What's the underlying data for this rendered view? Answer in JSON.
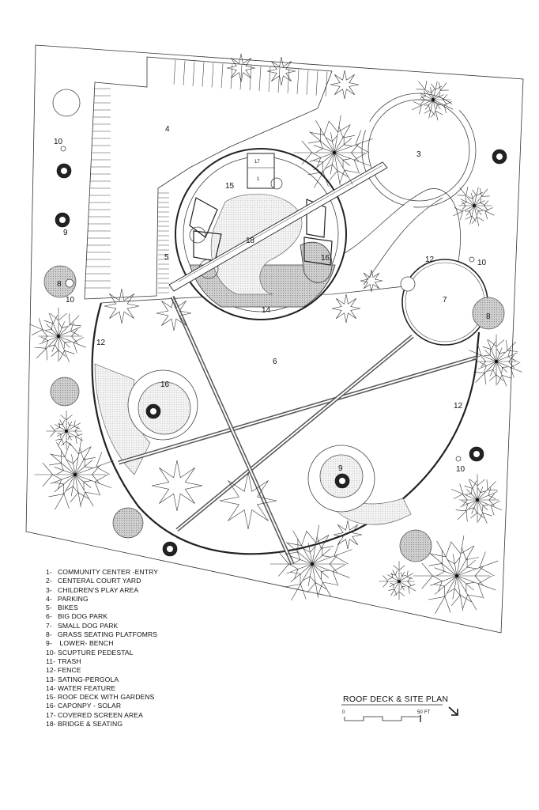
{
  "plan_title": "ROOF DECK & SITE PLAN",
  "scale": {
    "zero": "0",
    "max": "50",
    "unit": "FT"
  },
  "area_labels": {
    "a4": "4",
    "a3": "3",
    "a17": "17",
    "a1": "1",
    "a15": "15",
    "a18": "18",
    "a16_deck": "16",
    "a5": "5",
    "a14": "14",
    "a12_top": "12",
    "a10_right": "10",
    "a7": "7",
    "a8_right": "8",
    "a6": "6",
    "a12_left": "12",
    "a16_park": "16",
    "a12_right": "12",
    "a9_bench": "9",
    "a10_lower_right": "10",
    "a10_top_left": "10",
    "a9_left": "9",
    "a8_left": "8",
    "a10_left": "10"
  },
  "legend": [
    {
      "num": "1-",
      "label": "COMMUNITY CENTER -ENTRY"
    },
    {
      "num": "2-",
      "label": "CENTERAL COURT YARD"
    },
    {
      "num": "3-",
      "label": "CHILDREN'S PLAY AREA"
    },
    {
      "num": "4-",
      "label": "PARKING"
    },
    {
      "num": "5-",
      "label": "BIKES"
    },
    {
      "num": "6-",
      "label": "BIG DOG PARK"
    },
    {
      "num": "7-",
      "label": "SMALL DOG PARK"
    },
    {
      "num": "8-",
      "label": "GRASS SEATING PLATFOMRS"
    },
    {
      "num": "9-",
      "label": " LOWER- BENCH"
    },
    {
      "num": "10-",
      "label": "SCUPTURE PEDESTAL"
    },
    {
      "num": "11-",
      "label": "TRASH"
    },
    {
      "num": "12-",
      "label": "FENCE"
    },
    {
      "num": "13-",
      "label": "SATING-PERGOLA"
    },
    {
      "num": "14-",
      "label": "WATER FEATURE"
    },
    {
      "num": "15-",
      "label": "ROOF DECK WITH GARDENS"
    },
    {
      "num": "16-",
      "label": "CAPONPY - SOLAR"
    },
    {
      "num": "17-",
      "label": "COVERED SCREEN AREA"
    },
    {
      "num": "18-",
      "label": "BRIDGE & SEATING"
    }
  ]
}
